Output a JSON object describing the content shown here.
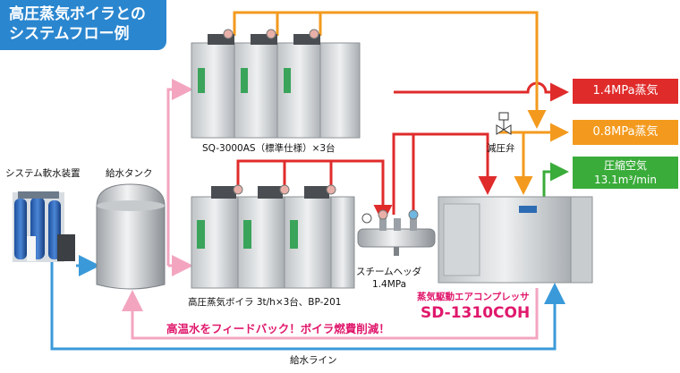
{
  "title": {
    "line1": "高圧蒸気ボイラとの",
    "line2": "システムフロー例"
  },
  "labels": {
    "softener": "システム軟水装置",
    "feed_tank": "給水タンク",
    "sq_boilers": "SQ-3000AS（標準仕様）×3台",
    "hp_boilers": "高圧蒸気ボイラ 3t/h×3台、BP-201",
    "steam_header": "スチームヘッダ",
    "steam_header_pressure": "1.4MPa",
    "pressure_valve": "減圧弁",
    "compressor_desc": "蒸気駆動エアコンプレッサ",
    "compressor_model": "SD-1310COH",
    "feedback": "高温水をフィードバック！ボイラ燃費削減！",
    "feed_line": "給水ライン"
  },
  "outputs": [
    {
      "label": "1.4MPa蒸気",
      "color": "#e02b2b"
    },
    {
      "label": "0.8MPa蒸気",
      "color": "#f39a1e"
    },
    {
      "label": "圧縮空気",
      "sub": "13.1m³/min",
      "color": "#3aac3a"
    }
  ],
  "colors": {
    "title_bg": "#2a86cf",
    "hp_steam": "#e02b2b",
    "lp_steam": "#f39a1e",
    "air": "#3aac3a",
    "feedback_line": "#f3a5c0",
    "feed_line": "#3a9ad9",
    "feedback_text": "#e0186c",
    "model_text": "#e0186c"
  }
}
